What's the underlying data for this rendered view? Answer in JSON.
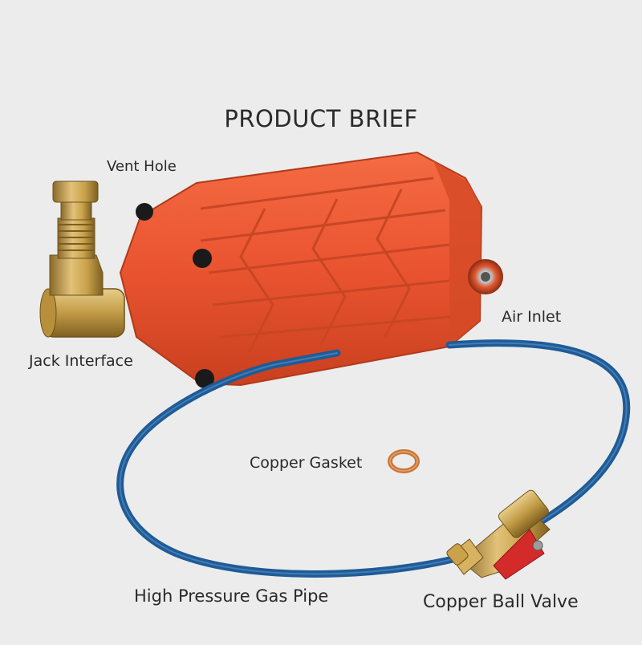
{
  "title": "PRODUCT BRIEF",
  "labels": {
    "vent_hole": "Vent Hole",
    "air_inlet": "Air Inlet",
    "jack_interface": "Jack Interface",
    "copper_gasket": "Copper Gasket",
    "gas_pipe": "High Pressure Gas Pipe",
    "ball_valve": "Copper Ball Valve"
  },
  "colors": {
    "background": "#ececec",
    "pump_body": "#ef5a34",
    "pipe": "#1f5b96",
    "brass": "#c9a24a",
    "valve_handle": "#d42a2a"
  }
}
